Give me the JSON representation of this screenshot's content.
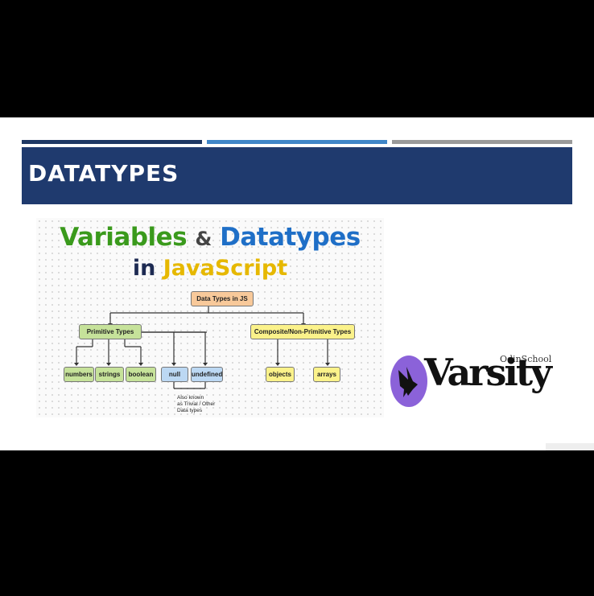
{
  "slide": {
    "heading": "DATATYPES"
  },
  "diagram": {
    "title_line1": {
      "part1": "Variables",
      "amp": "&",
      "part2": "Datatypes"
    },
    "title_line2": {
      "part1": "in",
      "part2": "JavaScript"
    },
    "root": "Data Types in JS",
    "primitive": "Primitive Types",
    "composite": "Composite/Non-Primitive Types",
    "primitive_items": [
      "numbers",
      "strings",
      "boolean",
      "null",
      "undefined"
    ],
    "composite_items": [
      "objects",
      "arrays"
    ],
    "note": [
      "Also known",
      "as Trivial / Other",
      "Data types"
    ]
  },
  "logo": {
    "small_text": "OdinSchool",
    "word": "Varsity"
  },
  "colors": {
    "dark_navy": "#1f3864",
    "title_band": "#1f3a6e",
    "light_blue": "#3f86c8",
    "grey": "#9a9a9a",
    "logo_purple": "#8b62d9"
  }
}
